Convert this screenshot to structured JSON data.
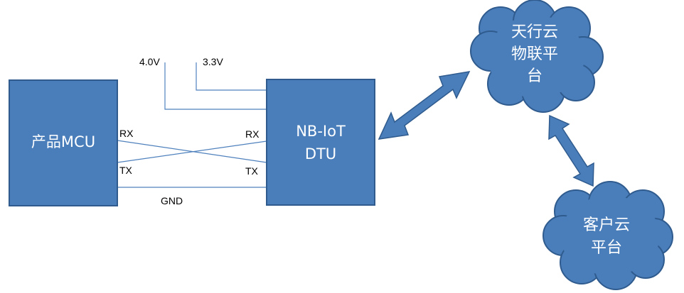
{
  "colors": {
    "box_fill": "#4a7ebb",
    "box_stroke": "#2f5b8e",
    "wire": "#4f81bd",
    "arrow_fill": "#4a7ebb",
    "text_on_shape": "#ffffff"
  },
  "mcu": {
    "label": "产品MCU",
    "rx": "RX",
    "tx": "TX"
  },
  "dtu": {
    "line1": "NB-IoT",
    "line2": "DTU",
    "rx": "RX",
    "tx": "TX"
  },
  "power": {
    "v1": "4.0V",
    "v2": "3.3V"
  },
  "ground": {
    "label": "GND"
  },
  "cloud_tianxing": {
    "line1": "天行云",
    "line2": "物联平",
    "line3": "台"
  },
  "cloud_customer": {
    "line1": "客户云",
    "line2": "平台"
  }
}
